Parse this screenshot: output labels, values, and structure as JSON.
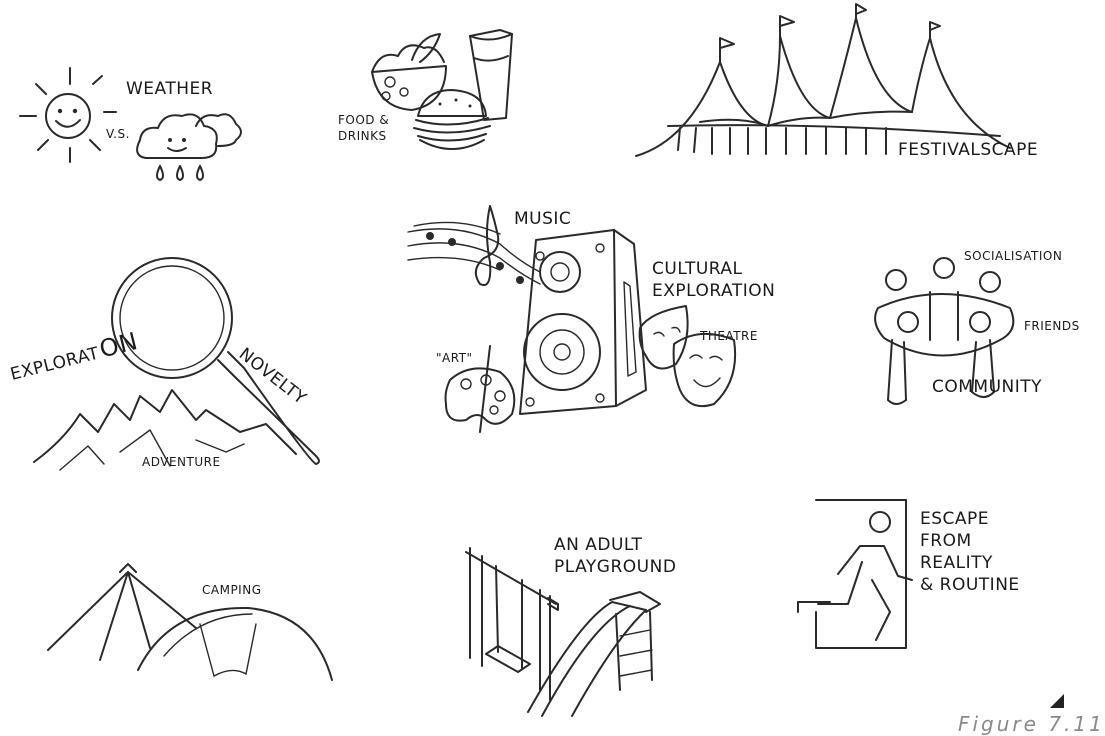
{
  "labels": {
    "weather": "WEATHER",
    "vs": "V.S.",
    "food_line1": "FOOD &",
    "food_line2": "DRINKS",
    "festivalscape": "FESTIVALSCAPE",
    "music": "MUSIC",
    "cultural_line1": "CULTURAL",
    "cultural_line2": "EXPLORATION",
    "theatre": "THEATRE",
    "art": "\"ART\"",
    "socialisation": "SOCIALISATION",
    "friends": "FRIENDS",
    "community": "COMMUNITY",
    "exploration_prefix": "EXPLORAT",
    "exploration_suffix": "ON",
    "novelty": "NOVELTY",
    "adventure": "ADVENTURE",
    "camping": "CAMPING",
    "playground_line1": "AN ADULT",
    "playground_line2": "PLAYGROUND",
    "escape_line1": "ESCAPE",
    "escape_line2": "FROM",
    "escape_line3": "REALITY",
    "escape_line4": "& ROUTINE"
  },
  "caption": "Figure 7.11",
  "icons": [
    "sun-icon",
    "rain-cloud-icon",
    "food-bowl-icon",
    "drink-cup-icon",
    "burger-icon",
    "circus-tent-icon",
    "music-notes-icon",
    "speaker-icon",
    "theatre-masks-icon",
    "paint-palette-icon",
    "community-circle-icon",
    "magnifying-glass-icon",
    "mountains-icon",
    "camping-tents-icon",
    "swing-set-icon",
    "slide-icon",
    "exit-sign-icon"
  ]
}
